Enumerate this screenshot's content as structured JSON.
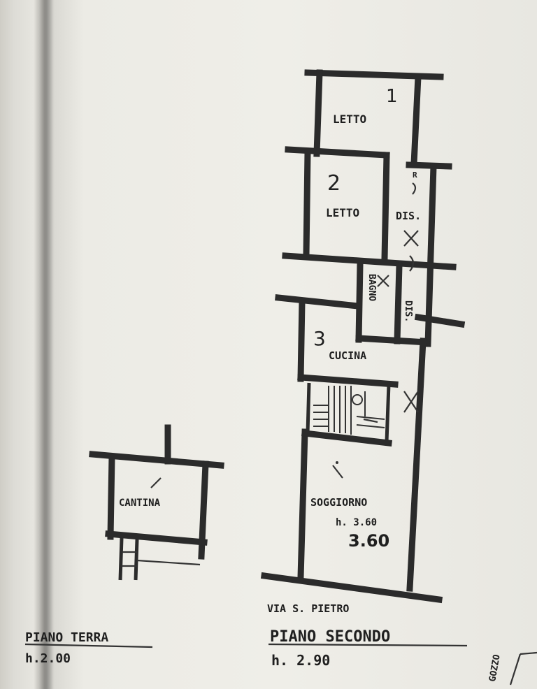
{
  "rooms": {
    "letto1": {
      "number": "1",
      "name": "LETTO"
    },
    "letto2": {
      "number": "2",
      "name": "LETTO"
    },
    "dis_upper": {
      "name": "DIS."
    },
    "rip": {
      "name": "R"
    },
    "bagno": {
      "name": "BAGNO"
    },
    "dis_lower": {
      "name": "DIS."
    },
    "cucina": {
      "number": "3",
      "name": "CUCINA"
    },
    "soggiorno": {
      "name": "SOGGIORNO",
      "height_note": "h. 3.60",
      "height_bold": "3.60"
    },
    "cantina": {
      "name": "CANTINA"
    }
  },
  "street": "VIA S. PIETRO",
  "floors": {
    "ground": {
      "name": "PIANO TERRA",
      "height": "h.2.00"
    },
    "second": {
      "name": "PIANO SECONDO",
      "height": "h. 2.90"
    }
  },
  "corner_fragment": "GOZZO"
}
